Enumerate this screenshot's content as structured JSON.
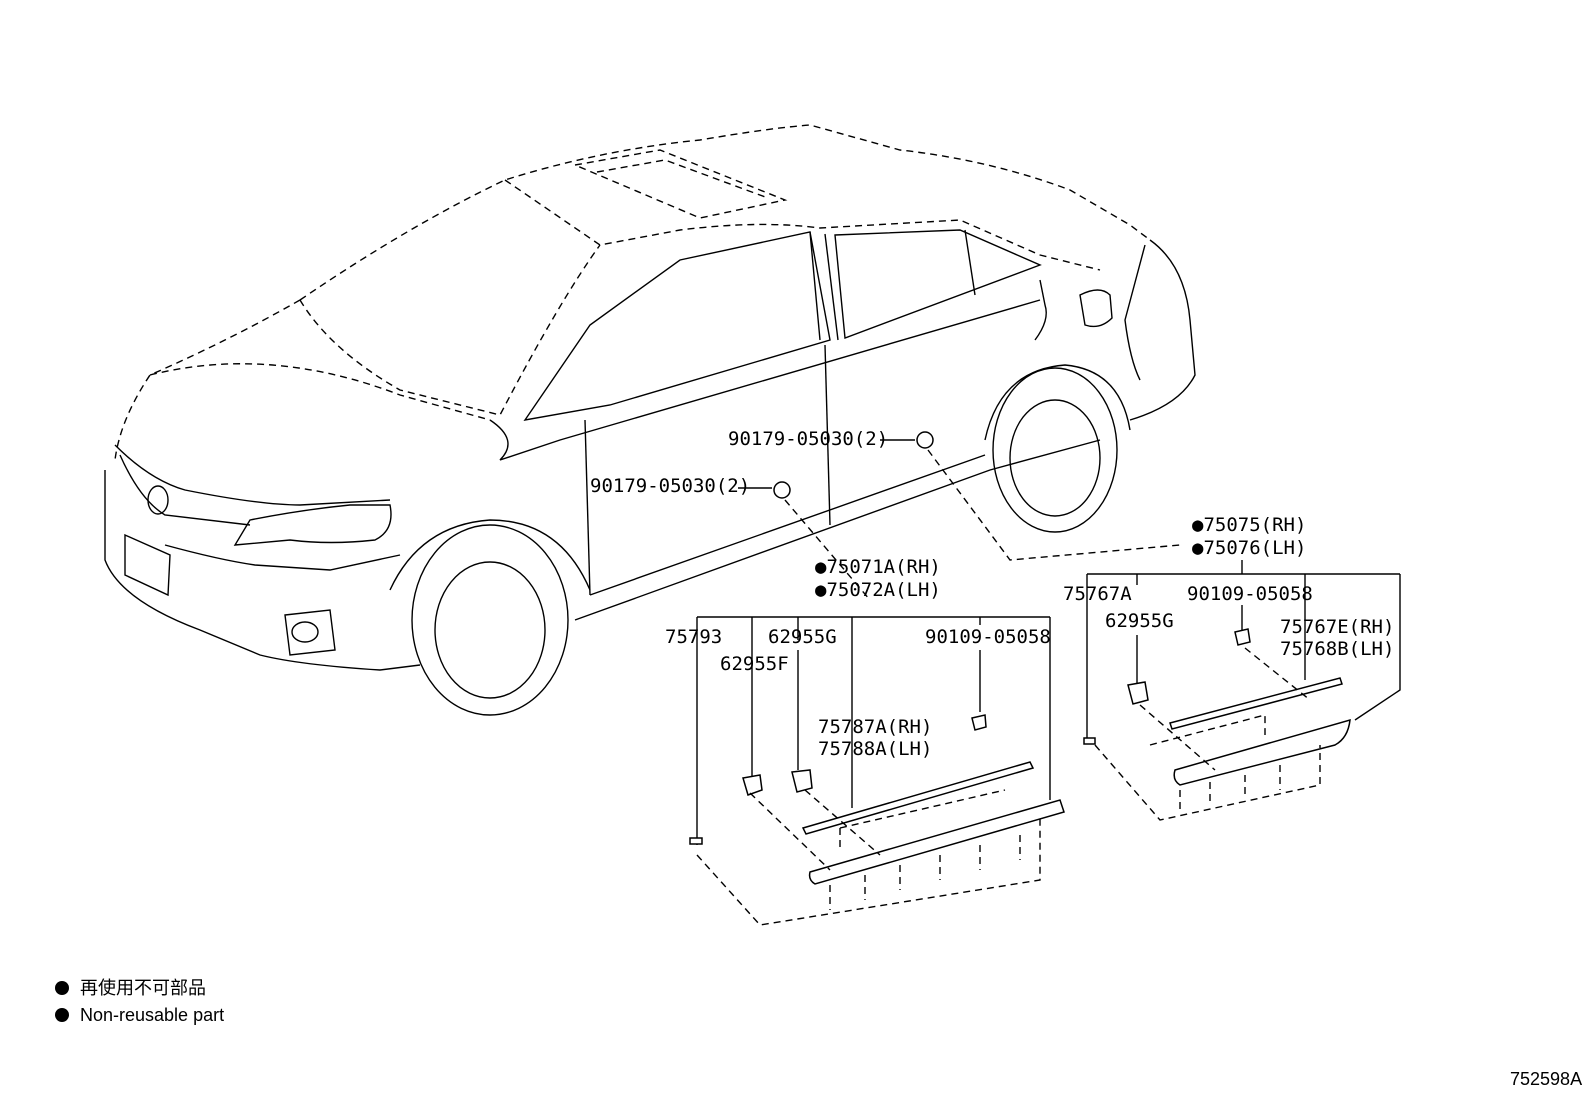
{
  "labels": {
    "clip_front": "90179-05030(2)",
    "clip_rear": "90179-05030(2)",
    "front_moulding_rh": "●75071A(RH)",
    "front_moulding_lh": "●75072A(LH)",
    "rear_moulding_rh": "●75075(RH)",
    "rear_moulding_lh": "●75076(LH)",
    "front_tape": "75793",
    "front_clip_g": "62955G",
    "front_clip_f": "62955F",
    "front_screw": "90109-05058",
    "front_strip_rh": "75787A(RH)",
    "front_strip_lh": "75788A(LH)",
    "rear_tape": "75767A",
    "rear_clip_g": "62955G",
    "rear_screw": "90109-05058",
    "rear_strip_rh": "75767E(RH)",
    "rear_strip_lh": "75768B(LH)"
  },
  "legend": {
    "jp": "再使用不可部品",
    "en": "Non-reusable part"
  },
  "figure_id": "752598A"
}
